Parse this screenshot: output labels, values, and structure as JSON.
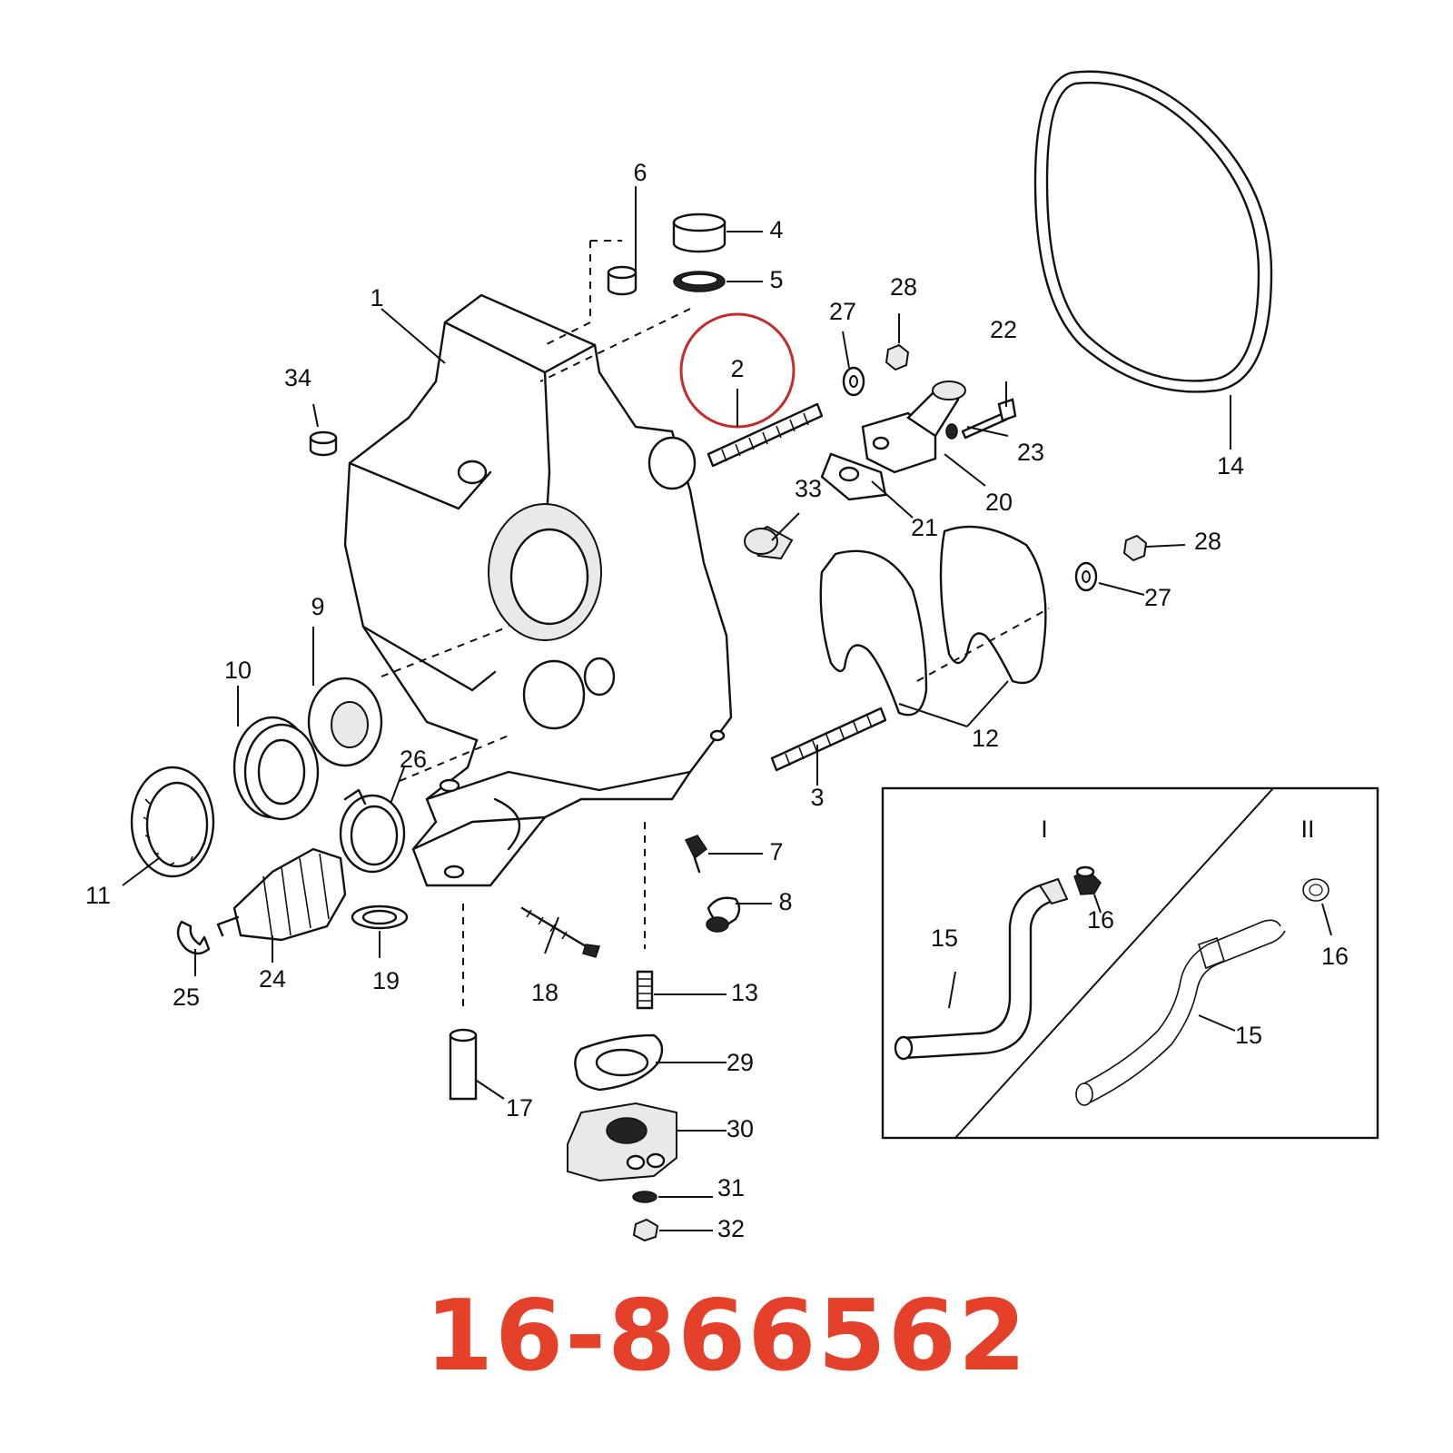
{
  "part_number": "16-866562",
  "part_number_color": "#e5412a",
  "highlight_color": "#c62b2b",
  "highlighted_callout": "2",
  "callouts": {
    "c1": "1",
    "c2": "2",
    "c3": "3",
    "c4": "4",
    "c5": "5",
    "c6": "6",
    "c7": "7",
    "c8": "8",
    "c9": "9",
    "c10": "10",
    "c11": "11",
    "c12": "12",
    "c13": "13",
    "c14": "14",
    "c17": "17",
    "c18": "18",
    "c19": "19",
    "c20": "20",
    "c21": "21",
    "c22": "22",
    "c23": "23",
    "c24": "24",
    "c25": "25",
    "c26": "26",
    "c27a": "27",
    "c27b": "27",
    "c28a": "28",
    "c28b": "28",
    "c29": "29",
    "c30": "30",
    "c31": "31",
    "c32": "32",
    "c33": "33",
    "c34": "34"
  },
  "inset": {
    "panel_left_title": "I",
    "panel_right_title": "II",
    "left_hose": "15",
    "left_fitting": "16",
    "right_hose": "15",
    "right_fitting": "16"
  }
}
